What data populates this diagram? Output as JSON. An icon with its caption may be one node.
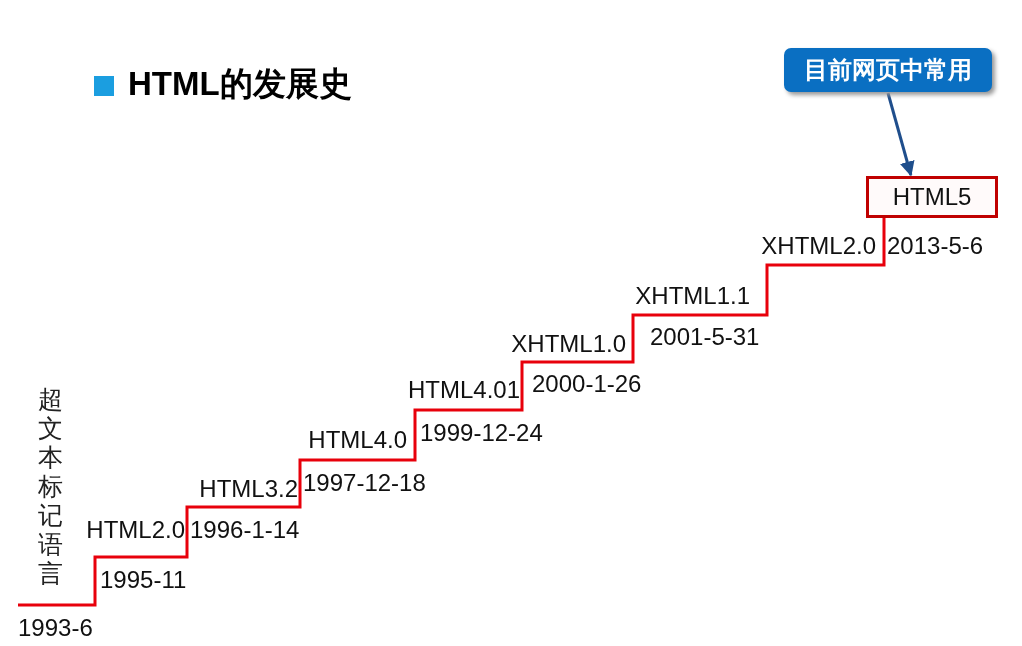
{
  "diagram": {
    "title": "HTML的发展史",
    "nodes": [
      {
        "text": [
          "目前网页中常用"
        ]
      },
      {
        "text": [
          "HTML5"
        ]
      }
    ],
    "edges": [
      {
        "from": 0,
        "to": 1,
        "arrow": "to"
      }
    ],
    "labels": [
      "超文本标记语言",
      "1993-6",
      "1995-11",
      "HTML2.0",
      "1996-1-14",
      "HTML3.2",
      "1997-12-18",
      "HTML4.0",
      "1999-12-24",
      "HTML4.01",
      "2000-1-26",
      "XHTML1.0",
      "2001-5-31",
      "XHTML1.1",
      "XHTML2.0",
      "2013-5-6"
    ]
  }
}
